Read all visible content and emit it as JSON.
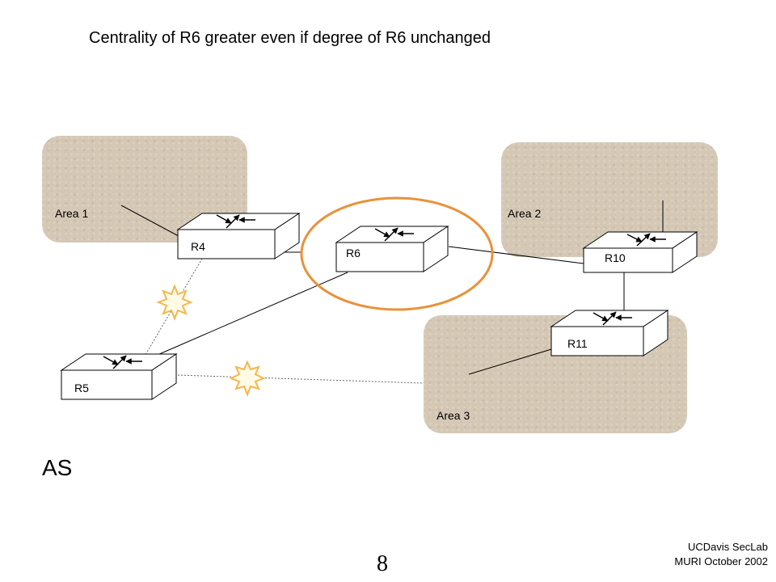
{
  "title": "Centrality of R6  greater even if degree of R6 unchanged",
  "areas": {
    "area1": "Area 1",
    "area2": "Area 2",
    "area3": "Area 3"
  },
  "routers": {
    "r4": "R4",
    "r5": "R5",
    "r6": "R6",
    "r10": "R10",
    "r11": "R11"
  },
  "as_label": "AS",
  "page_number": "8",
  "footer": {
    "line1": "UCDavis SecLab",
    "line2": "MURI October 2002"
  },
  "colors": {
    "area_fill": "#d4c7b4",
    "highlight_ring": "#e8923a",
    "failure_burst": "#f5b64a"
  }
}
